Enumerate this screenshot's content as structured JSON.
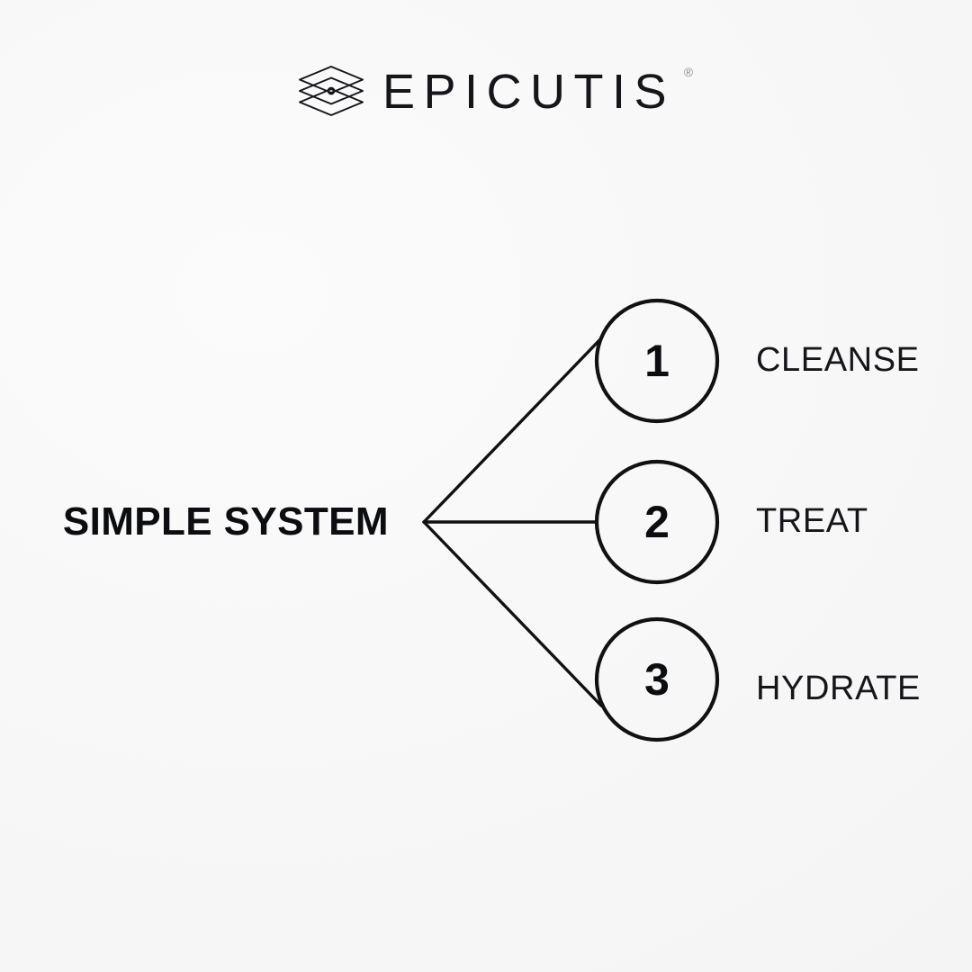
{
  "brand": {
    "mark_icon": "stacked-layers-diamond-icon",
    "wordmark": "EPICUTIS",
    "registered_mark": "®"
  },
  "diagram": {
    "root_label": "SIMPLE SYSTEM",
    "steps": [
      {
        "number": "1",
        "label": "CLEANSE"
      },
      {
        "number": "2",
        "label": "TREAT"
      },
      {
        "number": "3",
        "label": "HYDRATE"
      }
    ]
  },
  "colors": {
    "background": "#f7f7f7",
    "ink": "#0c0d10",
    "line": "#111111",
    "registered": "#8c8f93"
  }
}
